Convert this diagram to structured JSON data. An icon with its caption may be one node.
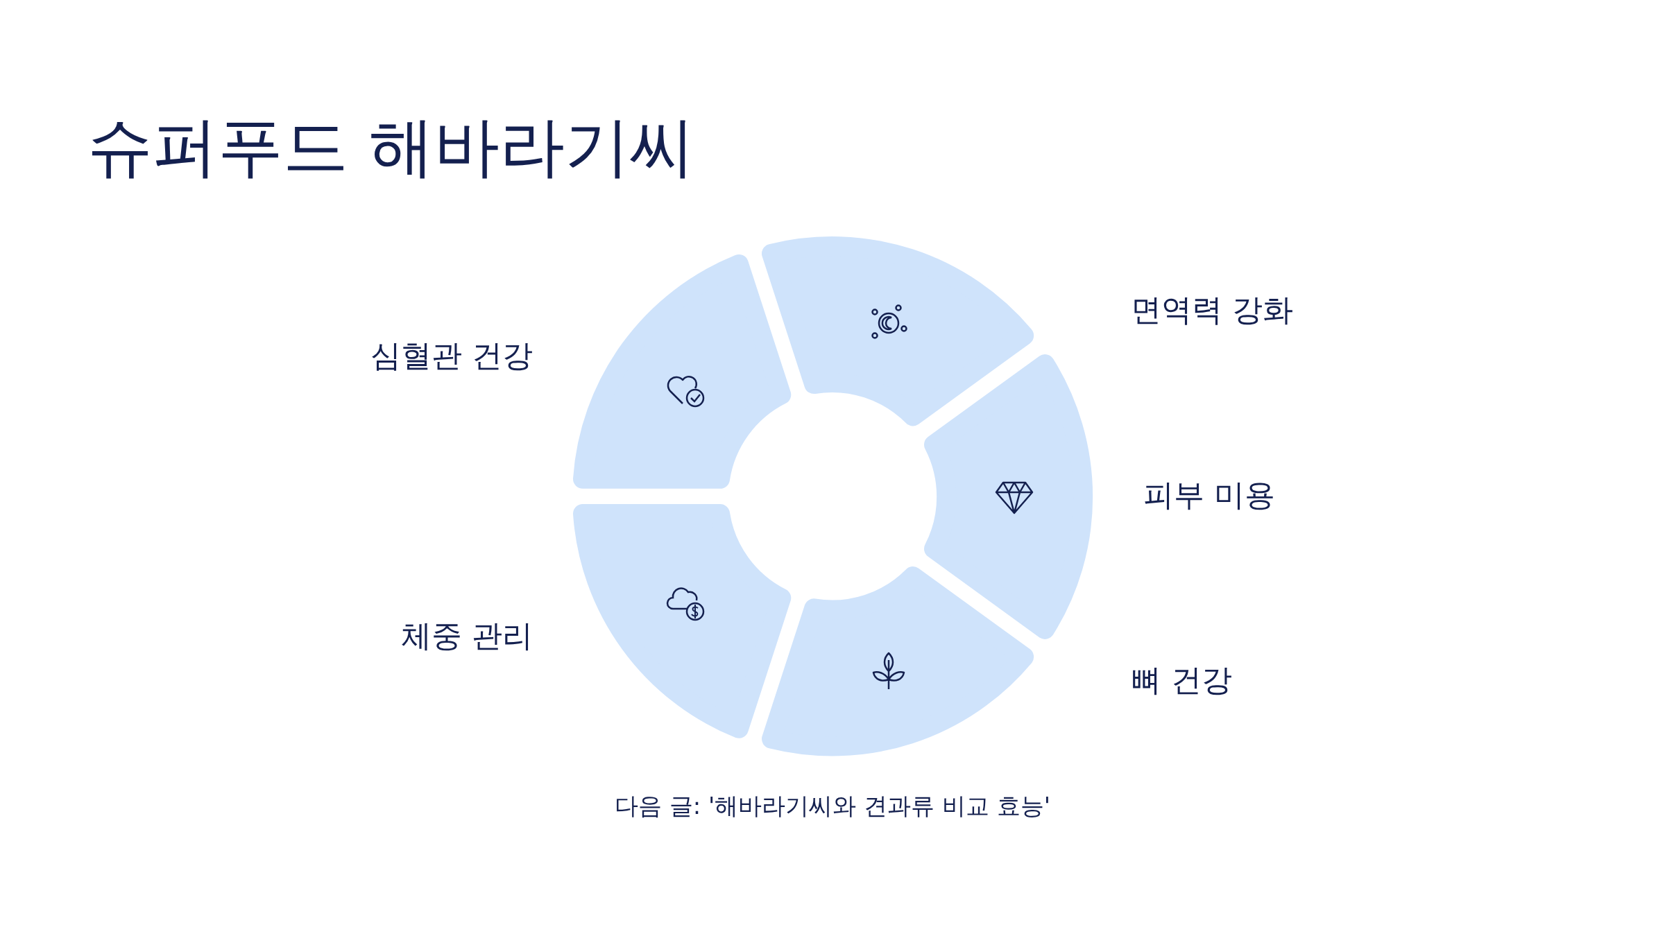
{
  "diagram": {
    "title": "슈퍼푸드 해바라기씨",
    "caption": "다음 글: '해바라기씨와 견과류 비교 효능'",
    "nodes": [
      {
        "text": [],
        "shape": "arc"
      },
      {
        "text": [],
        "shape": "arc"
      },
      {
        "text": [],
        "shape": "arc"
      },
      {
        "text": [],
        "shape": "arc"
      },
      {
        "text": [],
        "shape": "arc"
      }
    ],
    "edges": [],
    "labels": [
      "면역력 강화",
      "심혈관 건강",
      "피부 미용",
      "체중 관리",
      "뼈 건강"
    ]
  }
}
